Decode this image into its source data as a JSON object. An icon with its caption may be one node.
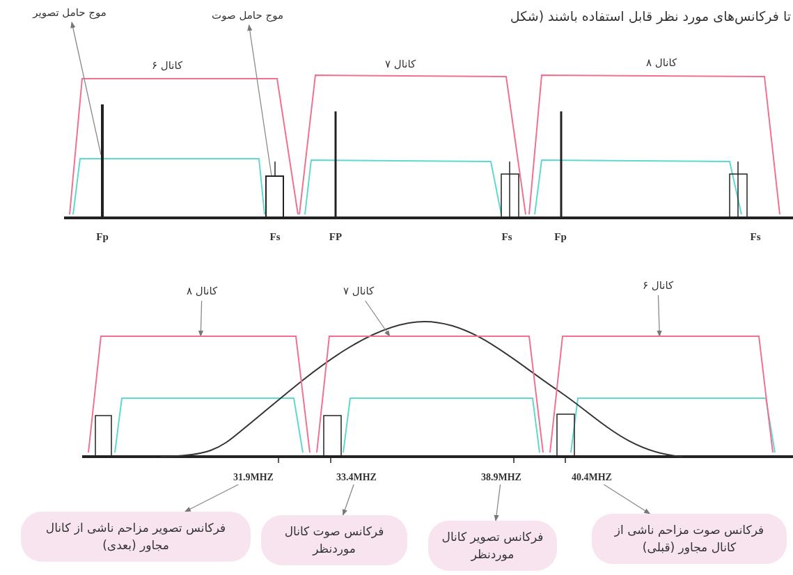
{
  "diagram": {
    "nodes": [
      {
        "text": [
          "موج حامل تصویر"
        ]
      },
      {
        "text": [
          "موج حامل صوت"
        ]
      },
      {
        "text": [],
        "shape": "bar"
      },
      {
        "text": [],
        "shape": "box"
      },
      {
        "text": [
          "کانال ۸"
        ]
      },
      {
        "text": [
          "کانال ۷"
        ]
      },
      {
        "text": [
          "کانال ۶"
        ]
      },
      {
        "text": [],
        "shape": "trapezoid"
      },
      {
        "text": [],
        "shape": "trapezoid"
      },
      {
        "text": [],
        "shape": "trapezoid"
      },
      {
        "text": [
          "31.9MHZ"
        ]
      },
      {
        "text": [
          "33.4MHZ"
        ]
      },
      {
        "text": [
          "38.9MHZ"
        ]
      },
      {
        "text": [
          "40.4MHZ"
        ]
      },
      {
        "text": [
          "فرکانس تصویر مزاحم ناشی از کانال مجاور (بعدی)"
        ]
      },
      {
        "text": [
          "فرکانس صوت کانال موردنظر"
        ]
      },
      {
        "text": [
          "فرکانس تصویر کانال موردنظر"
        ]
      },
      {
        "text": [
          "فرکانس صوت مزاحم ناشی از کانال مجاور (قبلی)"
        ]
      }
    ],
    "edges": [
      {
        "from": 2,
        "to": 0,
        "arrow": "to"
      },
      {
        "from": 3,
        "to": 1,
        "arrow": "to"
      },
      {
        "from": 4,
        "to": 7,
        "arrow": "to"
      },
      {
        "from": 5,
        "to": 8,
        "arrow": "to"
      },
      {
        "from": 6,
        "to": 9,
        "arrow": "to"
      },
      {
        "from": 10,
        "to": 14,
        "arrow": "to"
      },
      {
        "from": 11,
        "to": 15,
        "arrow": "to"
      },
      {
        "from": 12,
        "to": 16,
        "arrow": "to"
      },
      {
        "from": 13,
        "to": 17,
        "arrow": "to"
      }
    ],
    "labels": [
      "تا فرکانس‌های مورد نظر قابل استفاده باشند (شکل",
      "کانال ۶",
      "کانال ۷",
      "کانال ۸",
      "Fp",
      "Fs",
      "FP",
      "Fs",
      "Fp",
      "Fs"
    ]
  }
}
